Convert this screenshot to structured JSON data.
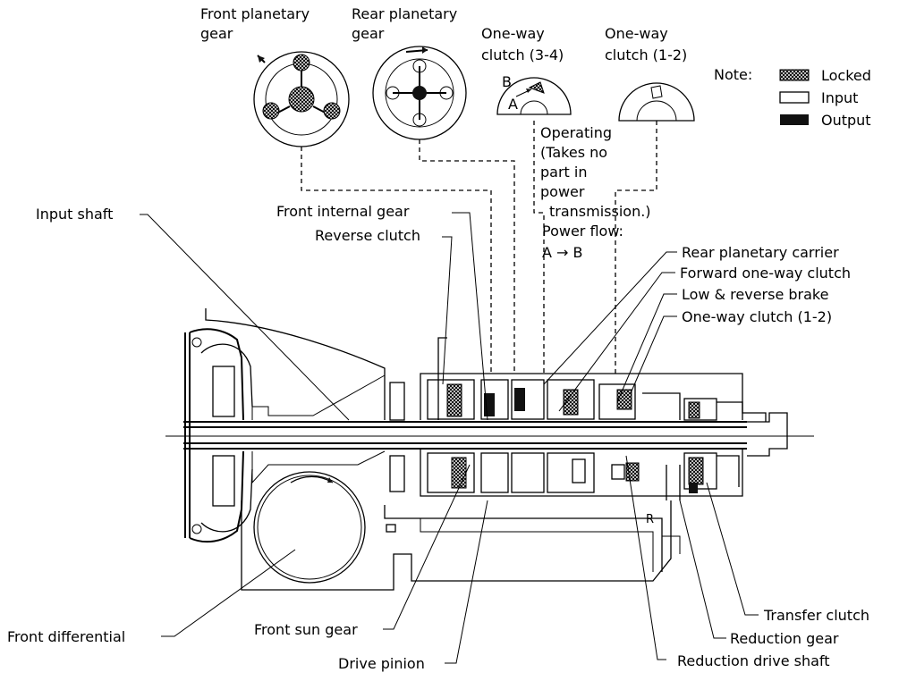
{
  "top_labels": {
    "front_planetary_1": "Front planetary",
    "front_planetary_2": "gear",
    "rear_planetary_1": "Rear planetary",
    "rear_planetary_2": "gear",
    "owc34_1": "One-way",
    "owc34_2": "clutch (3-4)",
    "owc12_1": "One-way",
    "owc12_2": "clutch (1-2)",
    "letter_a": "A",
    "letter_b": "B"
  },
  "note": {
    "title": "Note:",
    "locked": "Locked",
    "input": "Input",
    "output": "Output"
  },
  "operating": [
    "Operating",
    "(Takes no",
    "part in",
    "power",
    "transmission.)",
    "Power flow:",
    "A → B"
  ],
  "callouts": {
    "input_shaft": "Input shaft",
    "front_internal_gear": "Front internal gear",
    "reverse_clutch": "Reverse clutch",
    "rear_planetary_carrier": "Rear planetary carrier",
    "forward_one_way_clutch": "Forward one-way clutch",
    "low_reverse_brake": "Low & reverse brake",
    "one_way_clutch_12": "One-way clutch (1-2)",
    "front_differential": "Front differential",
    "front_sun_gear": "Front sun gear",
    "drive_pinion": "Drive pinion",
    "transfer_clutch": "Transfer clutch",
    "reduction_gear": "Reduction gear",
    "reduction_drive_shaft": "Reduction drive shaft",
    "mark_r": "R"
  },
  "colors": {
    "ink": "#000000",
    "locked_pattern": "#555555",
    "output_fill": "#111111",
    "background": "#ffffff"
  }
}
